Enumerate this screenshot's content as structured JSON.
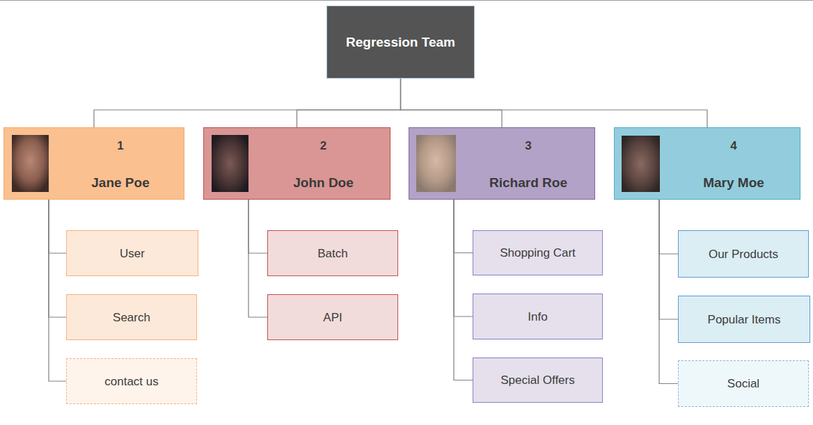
{
  "diagram": {
    "nodes": [
      {
        "text": [
          "Regression Team"
        ]
      },
      {
        "text": [
          "1",
          "Jane Poe"
        ]
      },
      {
        "text": [
          "2",
          "John Doe"
        ]
      },
      {
        "text": [
          "3",
          "Richard Roe"
        ]
      },
      {
        "text": [
          "4",
          "Mary Moe"
        ]
      },
      {
        "text": [
          "User"
        ]
      },
      {
        "text": [
          "Search"
        ]
      },
      {
        "text": [
          "contact us"
        ]
      },
      {
        "text": [
          "Batch"
        ]
      },
      {
        "text": [
          "API"
        ]
      },
      {
        "text": [
          "Shopping Cart"
        ]
      },
      {
        "text": [
          "Info"
        ]
      },
      {
        "text": [
          "Special Offers"
        ]
      },
      {
        "text": [
          "Our Products"
        ]
      },
      {
        "text": [
          "Popular Items"
        ]
      },
      {
        "text": [
          "Social"
        ]
      }
    ],
    "edges": [
      {
        "from": 0,
        "to": 1,
        "arrow": "none"
      },
      {
        "from": 0,
        "to": 2,
        "arrow": "none"
      },
      {
        "from": 0,
        "to": 3,
        "arrow": "none"
      },
      {
        "from": 0,
        "to": 4,
        "arrow": "none"
      },
      {
        "from": 1,
        "to": 5,
        "arrow": "none"
      },
      {
        "from": 1,
        "to": 6,
        "arrow": "none"
      },
      {
        "from": 1,
        "to": 7,
        "arrow": "none"
      },
      {
        "from": 2,
        "to": 8,
        "arrow": "none"
      },
      {
        "from": 2,
        "to": 9,
        "arrow": "none"
      },
      {
        "from": 3,
        "to": 10,
        "arrow": "none"
      },
      {
        "from": 3,
        "to": 11,
        "arrow": "none"
      },
      {
        "from": 3,
        "to": 12,
        "arrow": "none"
      },
      {
        "from": 4,
        "to": 13,
        "arrow": "none"
      },
      {
        "from": 4,
        "to": 14,
        "arrow": "none"
      },
      {
        "from": 4,
        "to": 15,
        "arrow": "none"
      }
    ]
  }
}
